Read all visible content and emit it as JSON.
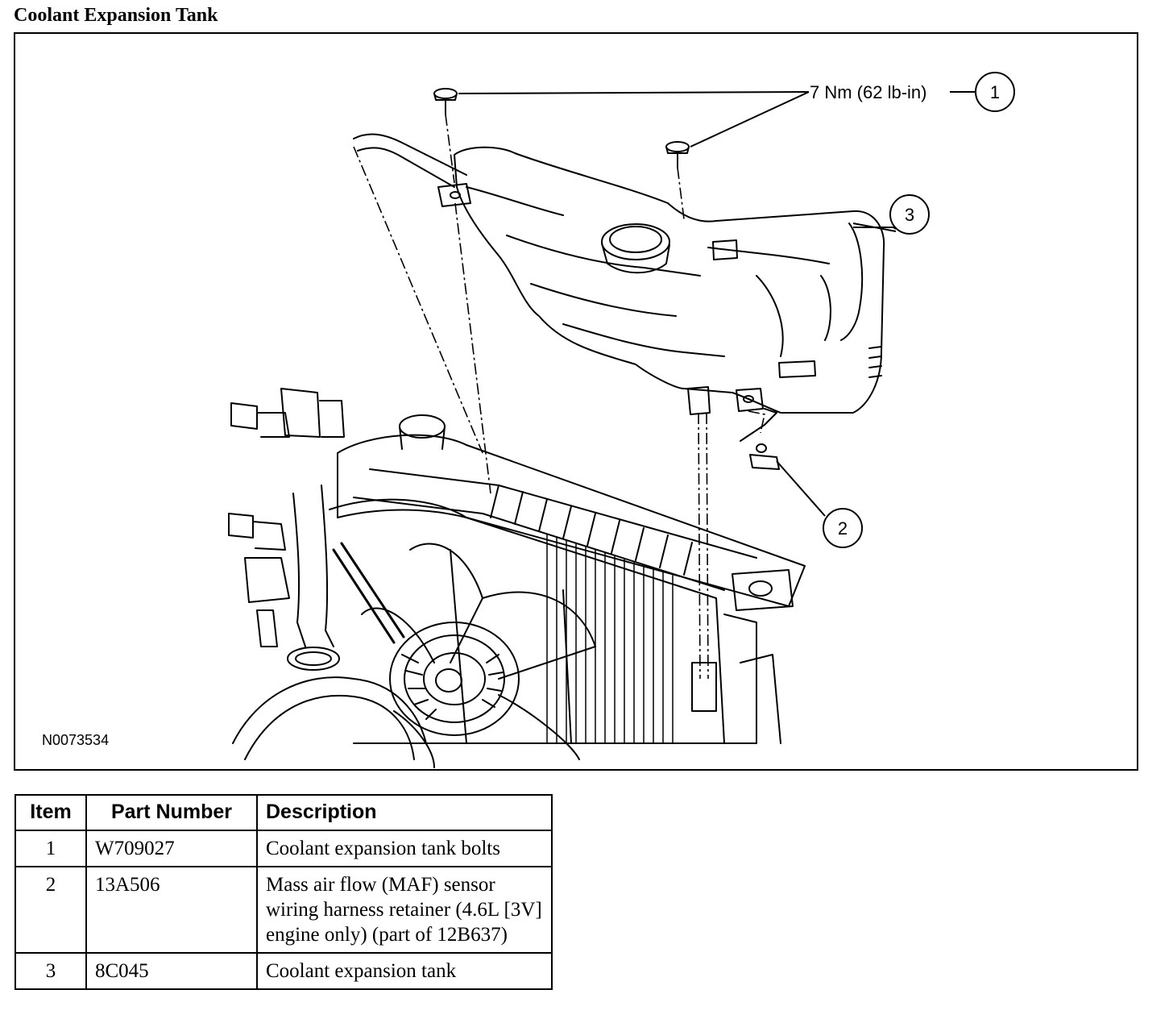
{
  "title": "Coolant Expansion Tank",
  "figure": {
    "torque_label": "7 Nm (62 lb-in)",
    "callouts": [
      "1",
      "2",
      "3"
    ],
    "figure_id": "N0073534"
  },
  "table": {
    "headers": [
      "Item",
      "Part Number",
      "Description"
    ],
    "rows": [
      {
        "item": "1",
        "part_number": "W709027",
        "description": "Coolant expansion tank bolts"
      },
      {
        "item": "2",
        "part_number": "13A506",
        "description": "Mass air flow (MAF) sensor wiring harness retainer (4.6L [3V] engine only) (part of 12B637)"
      },
      {
        "item": "3",
        "part_number": "8C045",
        "description": "Coolant expansion tank"
      }
    ]
  }
}
